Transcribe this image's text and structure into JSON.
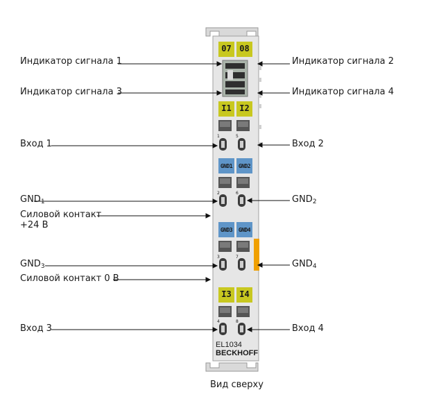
{
  "labels_left": {
    "sig1": "Индикатор сигнала 1",
    "sig3": "Индикатор сигнала 3",
    "in1": "Вход 1",
    "gnd1_main": "GND",
    "gnd1_sub": "1",
    "power24_line1": "Силовой контакт",
    "power24_line2": "+24 В",
    "gnd3_main": "GND",
    "gnd3_sub": "3",
    "power0": "Силовой контакт 0 В",
    "in3": "Вход 3"
  },
  "labels_right": {
    "sig2": "Индикатор сигнала 2",
    "sig4": "Индикатор сигнала 4",
    "in2": "Вход 2",
    "gnd2_main": "GND",
    "gnd2_sub": "2",
    "gnd4_main": "GND",
    "gnd4_sub": "4",
    "in4": "Вход 4"
  },
  "module": {
    "led_top_left": "07",
    "led_top_right": "08",
    "row1_left": "I1",
    "row1_right": "I2",
    "row2_left": "GND1",
    "row2_right": "GND2",
    "row3_left": "GND3",
    "row3_right": "GND4",
    "row4_left": "I3",
    "row4_right": "I4",
    "model": "EL1034",
    "brand": "BECKHOFF",
    "pin_numbers": [
      "1",
      "5",
      "2",
      "6",
      "3",
      "7",
      "4",
      "8"
    ]
  },
  "caption": "Вид сверху",
  "colors": {
    "yellow_label": "#c8c820",
    "blue_label": "#5f95c8",
    "orange_contact": "#f0a000",
    "body": "#e6e6e6"
  }
}
